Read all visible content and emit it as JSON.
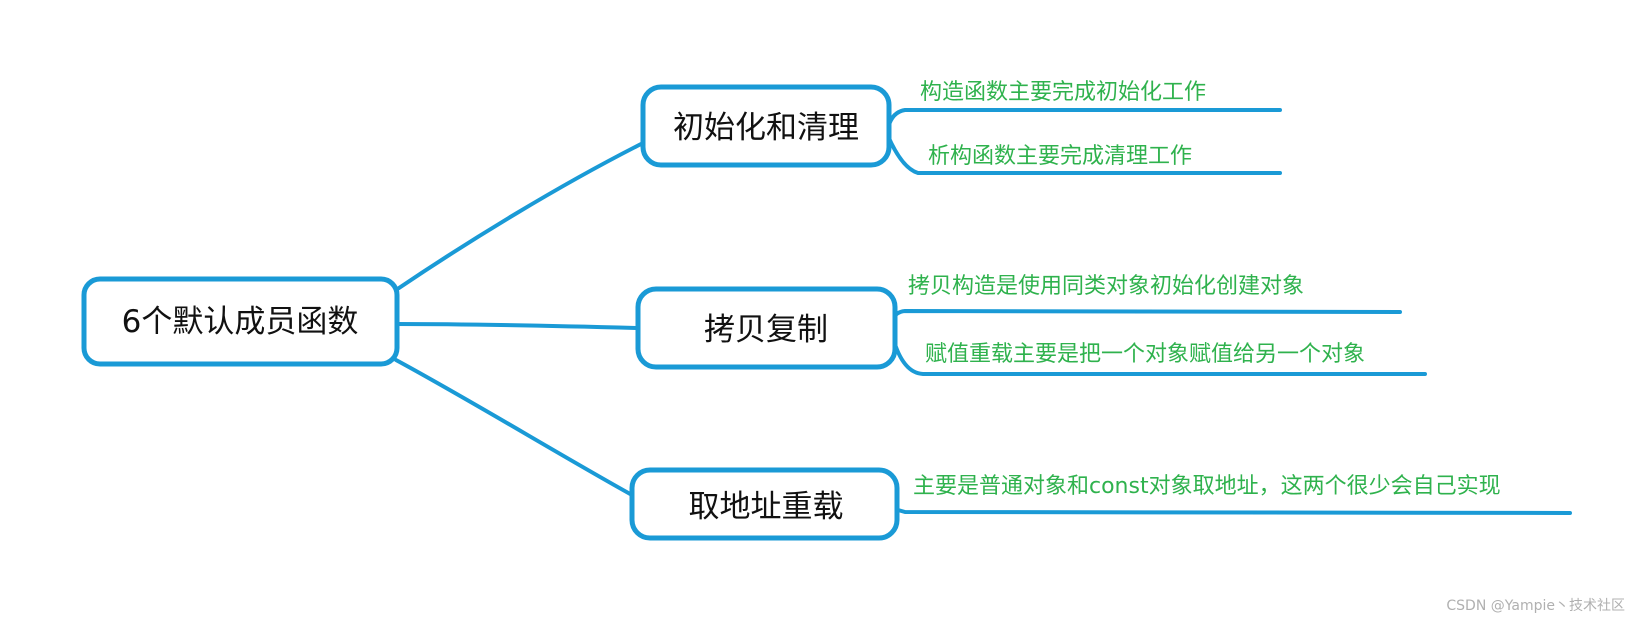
{
  "colors": {
    "line": "#1a9ad6",
    "note_text": "#2fb24d",
    "node_text": "#111111"
  },
  "root": {
    "label": "6个默认成员函数"
  },
  "branches": [
    {
      "label": "初始化和清理",
      "notes": [
        "构造函数主要完成初始化工作",
        "析构函数主要完成清理工作"
      ]
    },
    {
      "label": "拷贝复制",
      "notes": [
        "拷贝构造是使用同类对象初始化创建对象",
        "赋值重载主要是把一个对象赋值给另一个对象"
      ]
    },
    {
      "label": "取地址重载",
      "notes": [
        "主要是普通对象和const对象取地址，这两个很少会自己实现"
      ]
    }
  ],
  "watermark": "CSDN @Yampie丶技术社区"
}
